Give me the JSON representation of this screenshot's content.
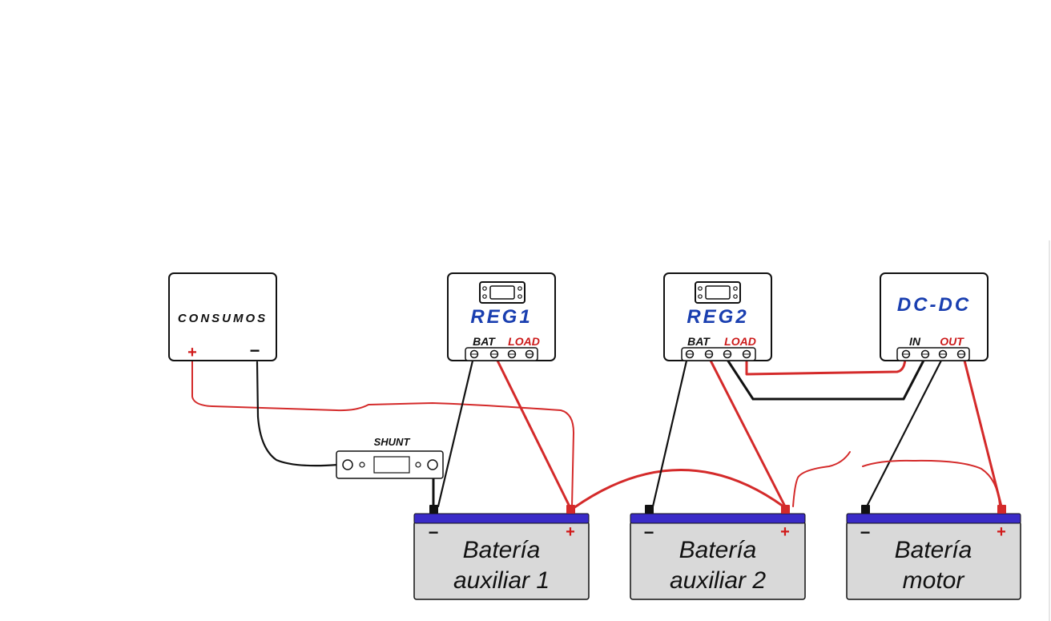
{
  "loads": {
    "title": "CONSUMOS",
    "plus": "+",
    "minus": "−"
  },
  "reg1": {
    "title": "REG1",
    "bat": "BAT",
    "load": "LOAD"
  },
  "reg2": {
    "title": "REG2",
    "bat": "BAT",
    "load": "LOAD"
  },
  "dcdc": {
    "title": "DC-DC",
    "in": "IN",
    "out": "OUT"
  },
  "shunt": {
    "label": "SHUNT"
  },
  "batteries": [
    {
      "line1": "Batería",
      "line2": "auxiliar 1",
      "minus": "−",
      "plus": "+"
    },
    {
      "line1": "Batería",
      "line2": "auxiliar 2",
      "minus": "−",
      "plus": "+"
    },
    {
      "line1": "Batería",
      "line2": "motor",
      "minus": "−",
      "plus": "+"
    }
  ],
  "colors": {
    "positive_wire": "#d42a2a",
    "negative_wire": "#111111",
    "title_blue": "#1a3fb0",
    "battery_top": "#3a2bc8"
  }
}
